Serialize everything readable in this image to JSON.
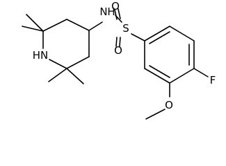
{
  "molecule": {
    "labels": {
      "n_sulfonamide": "N",
      "h_sulfonamide": "H",
      "sulfur": "S",
      "oxygen_top": "O",
      "oxygen_bottom": "O",
      "fluorine": "F",
      "oxygen_methoxy": "O",
      "nh_ring": "HN"
    },
    "colors": {
      "bonds": "#000000",
      "labels": "#000000",
      "background": "#ffffff"
    }
  }
}
